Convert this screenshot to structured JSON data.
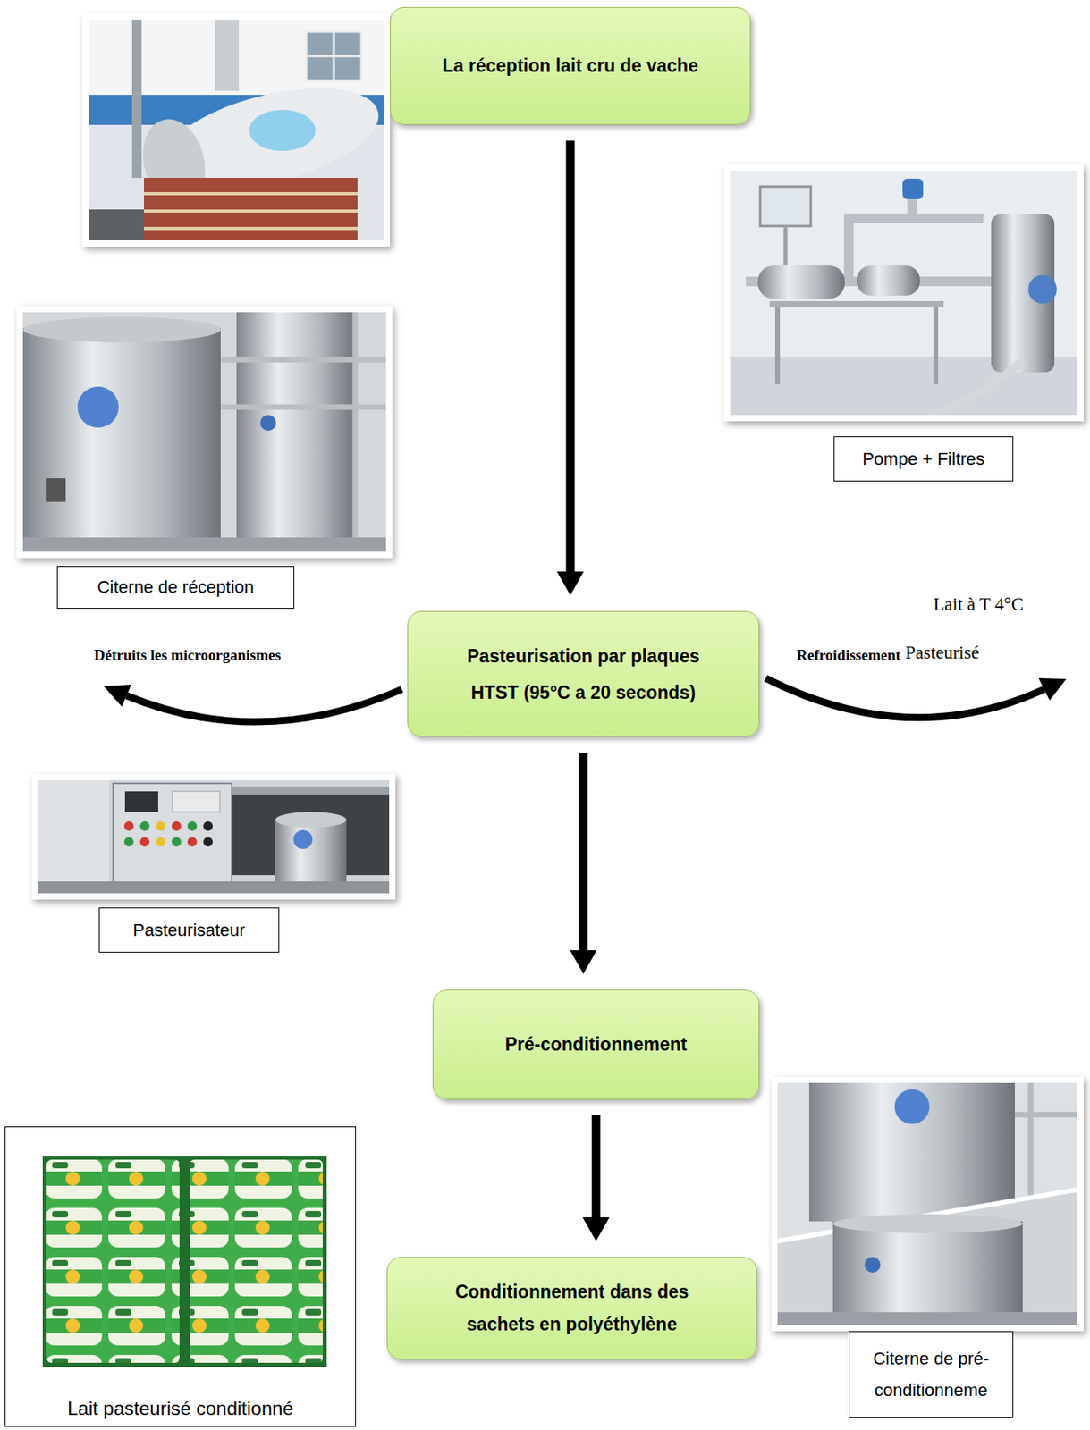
{
  "diagram": {
    "nodes": [
      {
        "text": [
          "La réception lait cru de vache"
        ]
      },
      {
        "text": [
          "Pompe + Filtres"
        ]
      },
      {
        "text": [
          "Citerne de réception"
        ]
      },
      {
        "text": [
          "Pasteurisation par plaques HTST (95°C a 20 seconds)"
        ]
      },
      {
        "text": [
          "Pasteurisateur"
        ]
      },
      {
        "text": [
          "Pré-conditionnement"
        ]
      },
      {
        "text": [
          "Lait pasteurisé conditionné"
        ]
      },
      {
        "text": [
          "Conditionnement dans des sachets en polyéthylène"
        ]
      },
      {
        "text": [
          "Citerne de pré-conditionneme"
        ]
      }
    ],
    "edges": [
      {
        "from": 0,
        "to": 3,
        "arrow": "to"
      },
      {
        "from": 3,
        "to": 5,
        "arrow": "to"
      },
      {
        "from": 5,
        "to": 7,
        "arrow": "to"
      }
    ],
    "labels": [
      "Lait à T 4°C",
      "Détruits les microorganismes",
      "Refroidissement",
      "Pasteurisé"
    ]
  }
}
